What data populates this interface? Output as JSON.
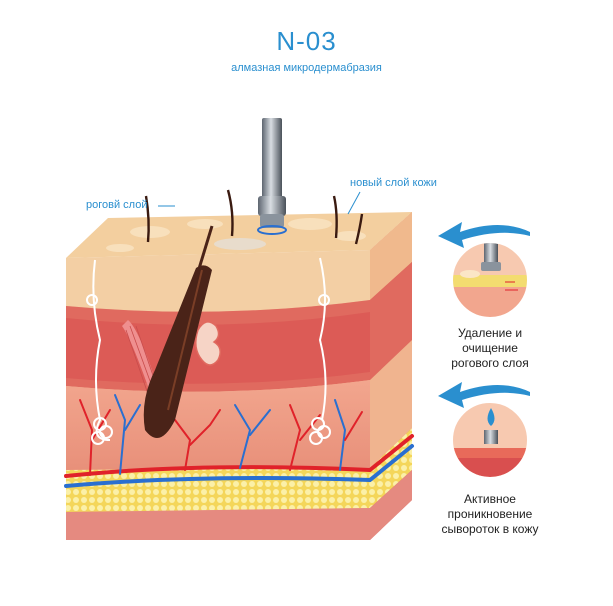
{
  "header": {
    "title": "N-03",
    "subtitle": "алмазная микродермабразия"
  },
  "labels": {
    "stratum_corneum": "роговй слой",
    "new_skin_layer": "новый слой кожи"
  },
  "steps": [
    {
      "caption_lines": [
        "Удаление и",
        "очищение",
        "рогового слоя"
      ]
    },
    {
      "caption_lines": [
        "Активное",
        "проникновение",
        "сывороток в кожу"
      ]
    }
  ],
  "colors": {
    "accent": "#2a8fcf",
    "epidermis": "#f3cfa4",
    "dermis": "#e86a5a",
    "dermis_deep": "#d94f4f",
    "fat": "#f7e27a",
    "vein_red": "#e0222a",
    "vein_blue": "#2a6fd0"
  }
}
